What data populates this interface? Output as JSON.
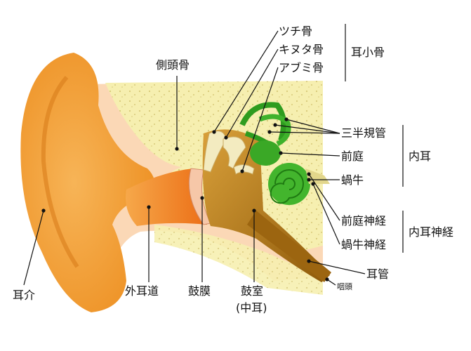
{
  "diagram": {
    "labels": {
      "tsuchi_kotsu": "ツチ骨",
      "kinuta_kotsu": "キヌタ骨",
      "abumi_kotsu": "アブミ骨",
      "jishoukotsu": "耳小骨",
      "sokutoukotsu": "側頭骨",
      "sanhankikan": "三半規管",
      "zentei": "前庭",
      "kagyuu": "蝸牛",
      "naiji": "内耳",
      "zentei_shinkei": "前庭神経",
      "kagyuu_shinkei": "蝸牛神経",
      "naiji_shinkei": "内耳神経",
      "jikan": "耳管",
      "intou": "咽頭",
      "jikai": "耳介",
      "gaijidou": "外耳道",
      "komaku": "鼓膜",
      "koshitsu": "鼓室",
      "chuuji": "(中耳)"
    },
    "colors": {
      "outer_ear": "#f4a23c",
      "canal": "#ef7a1e",
      "bone_yellow": "#f6f0b0",
      "skin_peach": "#fbd5b0",
      "middle_ear": "#c98a1a",
      "inner_green": "#2e9c1f",
      "ossicle": "#f2e8b8"
    }
  }
}
